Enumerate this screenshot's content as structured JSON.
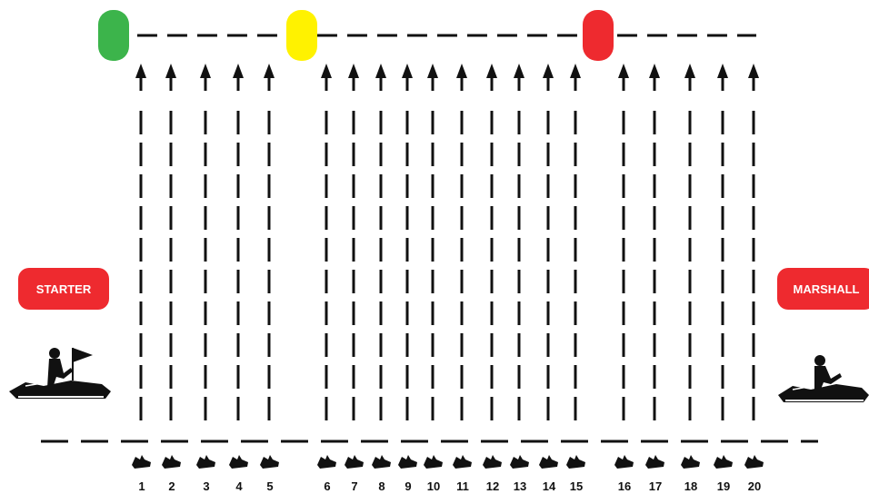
{
  "labels": {
    "starter": "STARTER",
    "marshall": "MARSHALL"
  },
  "buoys": [
    {
      "name": "green-buoy",
      "color": "#3cb44b"
    },
    {
      "name": "yellow-buoy",
      "color": "#fff200"
    },
    {
      "name": "red-buoy",
      "color": "#ee2a2f"
    }
  ],
  "lanes": [
    "1",
    "2",
    "3",
    "4",
    "5",
    "6",
    "7",
    "8",
    "9",
    "10",
    "11",
    "12",
    "13",
    "14",
    "15",
    "16",
    "17",
    "18",
    "19",
    "20"
  ],
  "icons": {
    "lane_watercraft": "jetski-icon",
    "starter_rider": "jetski-rider-flag-icon",
    "marshall_rider": "jetski-rider-icon"
  }
}
